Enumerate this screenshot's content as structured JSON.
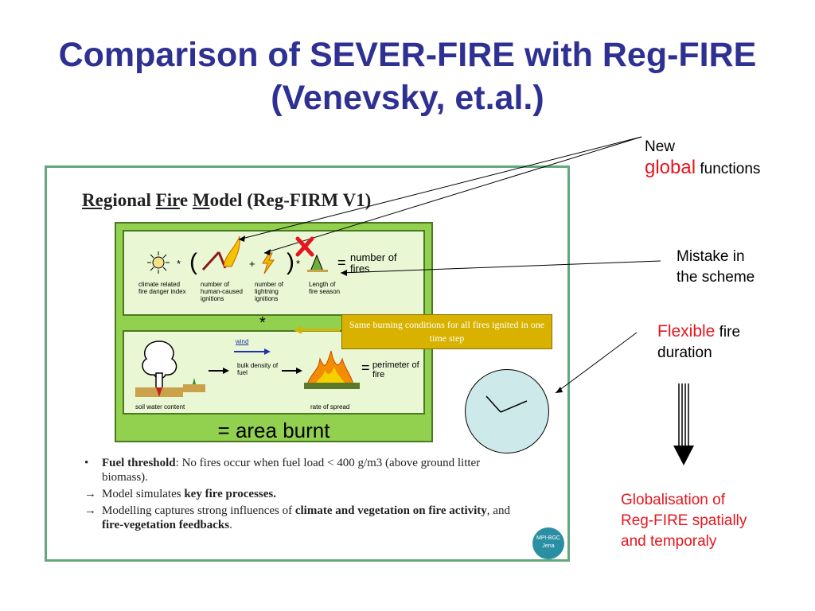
{
  "title": "Comparison of SEVER-FIRE with Reg-FIRE (Venevsky, et.al.)",
  "annotations": {
    "new": "New",
    "global": "global",
    "functions": "functions",
    "mistake_line1": "Mistake in",
    "mistake_line2": "the scheme",
    "flexible": "Flexible",
    "fire": "fire",
    "duration": "duration",
    "globalisation_line1": "Globalisation of",
    "globalisation_line2": "Reg-FIRE spatially",
    "globalisation_line3": "and temporaly"
  },
  "embedded_slide": {
    "title_parts": [
      "Reg",
      "ional ",
      "Fir",
      "e ",
      "M",
      "odel (Reg-FIRM V1)"
    ],
    "labels": {
      "climate": "climate related fire danger index",
      "human": "number of human-caused ignitions",
      "lightning": "number of lightning ignitions",
      "length": "Length of fire season",
      "number_of_fires": "number of fires",
      "wind": "wind",
      "bulk_density": "bulk density of fuel",
      "perimeter": "perimeter of fire",
      "soil": "soil water content",
      "spread": "rate of spread",
      "area_burnt": "= area burnt",
      "equals": "=",
      "times": "*",
      "plus": "+"
    },
    "callout": "Same burning conditions for all fires ignited in one time step",
    "bullets": [
      {
        "marker": "•",
        "bold": "Fuel threshold",
        "text": ":  No fires occur when fuel load < 400 g/m3 (above ground litter biomass)."
      },
      {
        "marker": "→",
        "pre": "Model simulates ",
        "bold": "key fire processes."
      },
      {
        "marker": "→",
        "pre": "Modelling captures strong influences of ",
        "bold": "climate and vegetation on fire activity",
        "mid": ", and ",
        "bold2": "fire-vegetation feedbacks",
        "post": "."
      }
    ],
    "logo": "MPI-BGC Jena"
  },
  "colors": {
    "title": "#2e3192",
    "accent_red": "#e8141c",
    "green": "#92d050",
    "callout": "#d9b200",
    "clock_face": "#cde9ea"
  }
}
